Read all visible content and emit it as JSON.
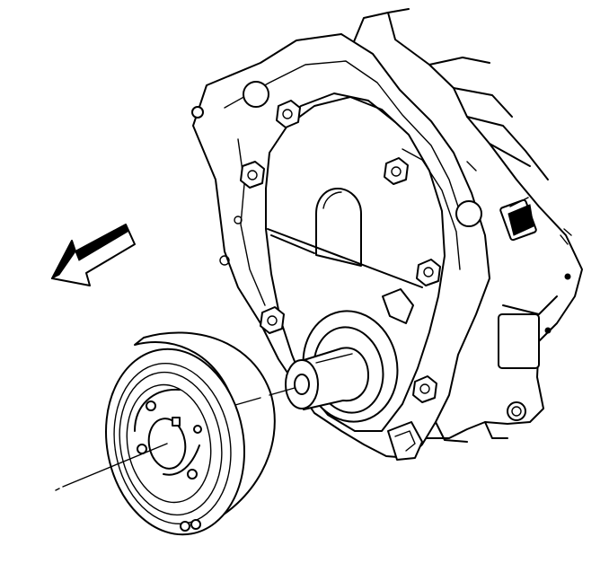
{
  "diagram": {
    "parts": [
      {
        "id": "engine-block",
        "icon": "engine-block-outline"
      },
      {
        "id": "front-cover",
        "icon": "timing-cover"
      },
      {
        "id": "crankshaft-nose",
        "icon": "crankshaft-snout"
      },
      {
        "id": "balancer",
        "icon": "harmonic-balancer"
      },
      {
        "id": "centerline",
        "icon": "dash-dot-axis"
      },
      {
        "id": "direction-arrow",
        "icon": "front-of-engine-arrow"
      }
    ],
    "colors": {
      "line": "#000000",
      "fill": "#ffffff"
    }
  }
}
